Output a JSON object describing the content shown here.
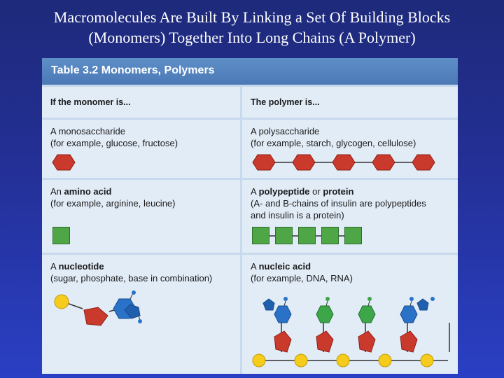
{
  "slide": {
    "title_line1": "Macromolecules Are Built By Linking a Set Of Building Blocks",
    "title_line2": "(Monomers) Together Into Long Chains (A Polymer)"
  },
  "table": {
    "title": "Table 3.2  Monomers, Polymers",
    "column_headers": [
      "If the monomer is...",
      "The polymer is..."
    ],
    "rows": [
      {
        "monomer_name": "A monosaccharide",
        "monomer_example": "(for example, glucose, fructose)",
        "polymer_name": "A polysaccharide",
        "polymer_example": "(for example, starch, glycogen, cellulose)",
        "monomer_icon": "red-hexagon-icon",
        "polymer_icon": "hexagon-chain-icon"
      },
      {
        "monomer_name_bold": "amino acid",
        "monomer_prefix": "An",
        "monomer_example": "(for example, arginine, leucine)",
        "polymer_prefix": "A",
        "polymer_name_bold1": "polypeptide",
        "polymer_or": "or",
        "polymer_name_bold2": "protein",
        "polymer_example_line1": "(A- and B-chains of insulin are polypeptides",
        "polymer_example_line2": "and insulin is a protein)",
        "monomer_icon": "green-square-icon",
        "polymer_icon": "square-chain-icon"
      },
      {
        "monomer_prefix": "A",
        "monomer_name_bold": "nucleotide",
        "monomer_example": "(sugar, phosphate, base in combination)",
        "polymer_prefix": "A",
        "polymer_name_bold": "nucleic acid",
        "polymer_example": "(for example, DNA, RNA)",
        "monomer_icon": "nucleotide-icon",
        "polymer_icon": "nucleic-acid-chain-icon"
      }
    ]
  },
  "colors": {
    "background": "#2a3bb8",
    "header_blue": "#4f7dba",
    "cell_light": "#e2ecf7",
    "hexagon_red": "#c93a2c",
    "square_green": "#4ea647",
    "phosphate_yellow": "#f5cb1c",
    "base_blue": "#2a72c8",
    "base_green": "#3ca648"
  }
}
